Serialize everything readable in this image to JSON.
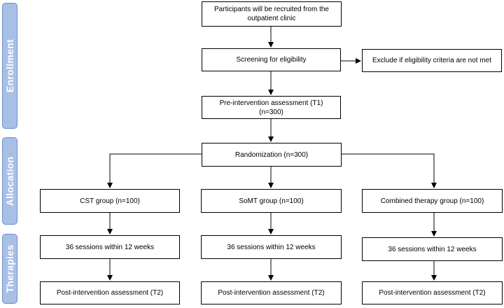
{
  "sidebar": {
    "enrollment": "Enrollment",
    "allocation": "Allocation",
    "therapies": "Therapies"
  },
  "boxes": {
    "recruit": "Participants will be recruited from the\noutpatient clinic",
    "screening": "Screening for eligibility",
    "exclude": "Exclude if eligibility criteria are not met",
    "pre_assessment": "Pre-intervention assessment (T1)\n(n=300)",
    "randomization": "Randomization (n=300)",
    "cst_group": "CST group (n=100)",
    "somt_group": "SoMT group (n=100)",
    "combined_group": "Combined therapy group (n=100)",
    "cst_sessions": "36 sessions within 12 weeks",
    "somt_sessions": "36 sessions within 12 weeks",
    "combined_sessions": "36 sessions within 12 weeks",
    "cst_post": "Post-intervention assessment (T2)",
    "somt_post": "Post-intervention assessment (T2)",
    "combined_post": "Post-intervention assessment (T2)"
  },
  "colors": {
    "phase_fill": "#a8bfe6",
    "phase_border": "#6f8fc6",
    "phase_text": "#ffffff",
    "line": "#000000"
  }
}
